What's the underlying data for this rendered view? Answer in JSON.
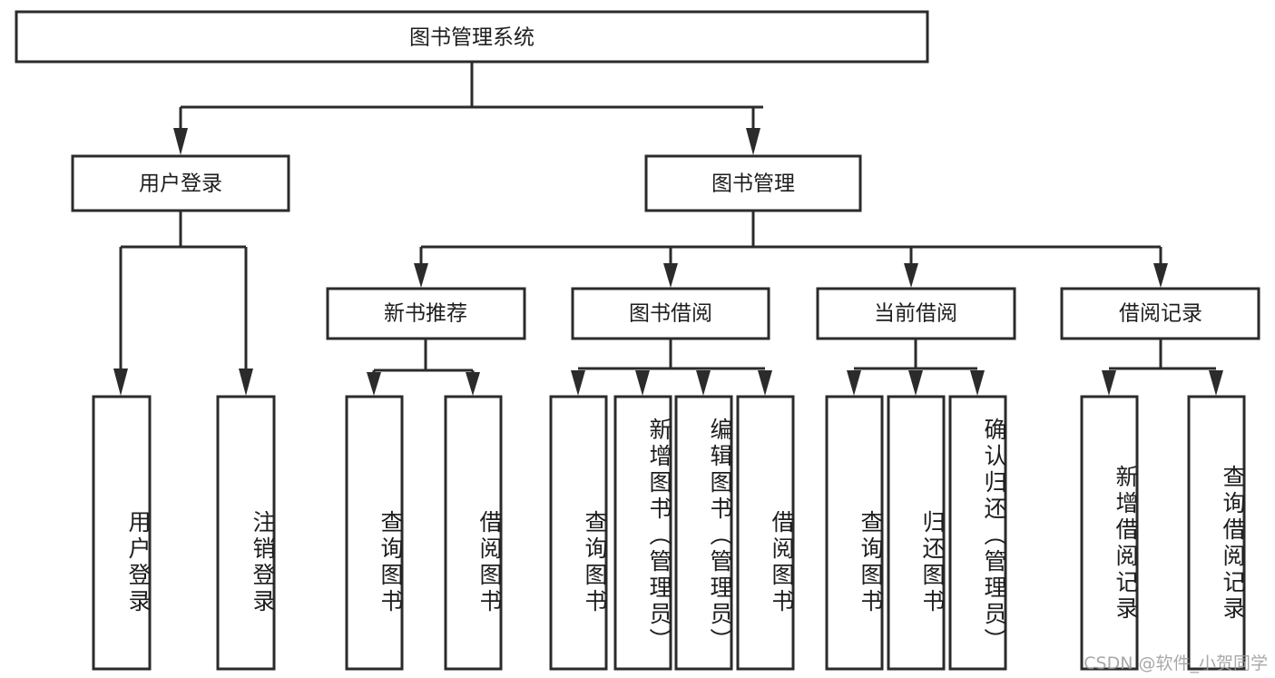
{
  "diagram": {
    "title": "图书管理系统",
    "type": "tree-hierarchy-diagram",
    "colors": {
      "stroke": "#2b2b2b",
      "fill": "#ffffff",
      "text": "#1d1d1d",
      "background": "#ffffff",
      "watermark": "#9a9a9a"
    },
    "root": {
      "label": "图书管理系统"
    },
    "level2": [
      {
        "label": "用户登录"
      },
      {
        "label": "图书管理"
      }
    ],
    "level3": [
      {
        "label": "新书推荐"
      },
      {
        "label": "图书借阅"
      },
      {
        "label": "当前借阅"
      },
      {
        "label": "借阅记录"
      }
    ],
    "leaves": {
      "user_login": [
        {
          "label": "用户登录"
        },
        {
          "label": "注销登录"
        }
      ],
      "new_book_recommend": [
        {
          "label": "查询图书"
        },
        {
          "label": "借阅图书"
        }
      ],
      "book_borrow": [
        {
          "label": "查询图书"
        },
        {
          "label": "新增图书（管理员）"
        },
        {
          "label": "编辑图书（管理员）"
        },
        {
          "label": "借阅图书"
        }
      ],
      "current_borrow": [
        {
          "label": "查询图书"
        },
        {
          "label": "归还图书"
        },
        {
          "label": "确认归还（管理员）"
        }
      ],
      "borrow_records": [
        {
          "label": "新增借阅记录"
        },
        {
          "label": "查询借阅记录"
        }
      ]
    }
  },
  "watermark": {
    "text": "CSDN @软件_小贺同学"
  }
}
